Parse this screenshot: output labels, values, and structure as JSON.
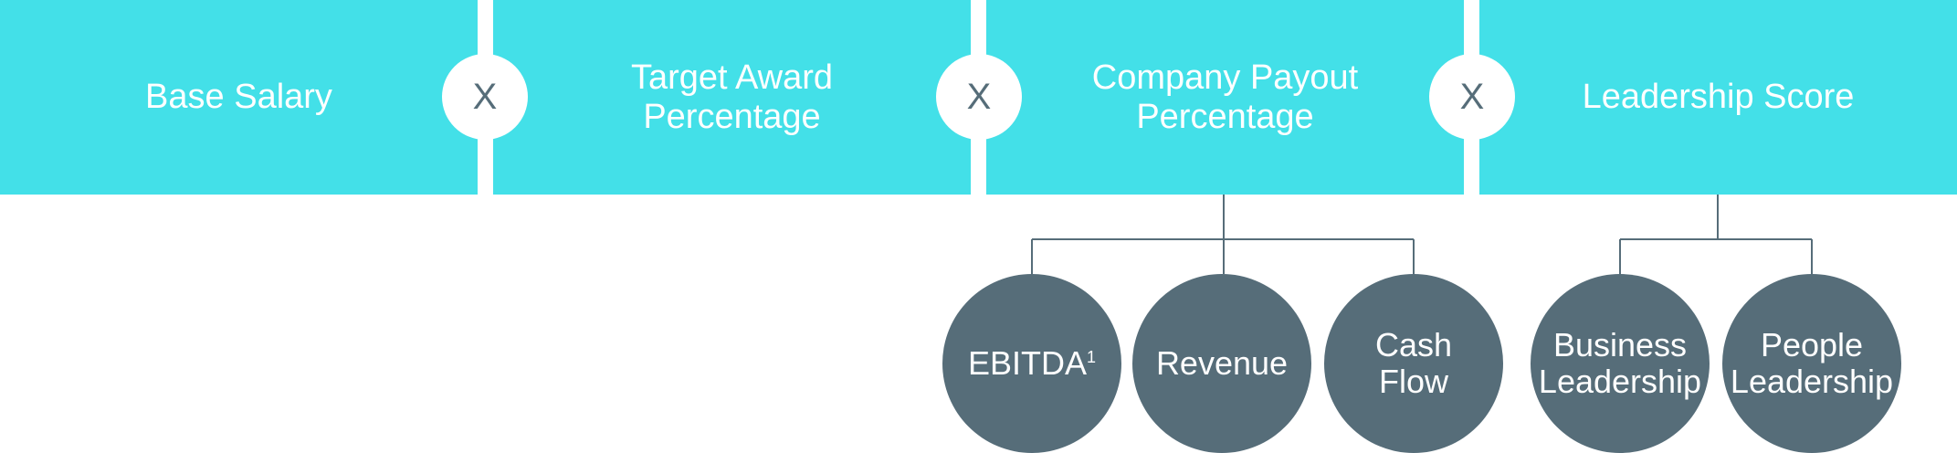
{
  "factors": [
    {
      "label": "Base Salary"
    },
    {
      "label": "Target Award Percentage"
    },
    {
      "label": "Company Payout Percentage"
    },
    {
      "label": "Leadership Score"
    }
  ],
  "operator": "X",
  "company_metrics": [
    {
      "label": "EBITDA",
      "footnote": "1"
    },
    {
      "label": "Revenue"
    },
    {
      "label": "Cash Flow"
    }
  ],
  "leadership_metrics": [
    {
      "label": "Business Leadership"
    },
    {
      "label": "People Leadership"
    }
  ],
  "colors": {
    "factor_box": "#43e0e8",
    "metric_circle": "#566d79",
    "operator_text": "#566d79",
    "connector": "#566d79"
  }
}
